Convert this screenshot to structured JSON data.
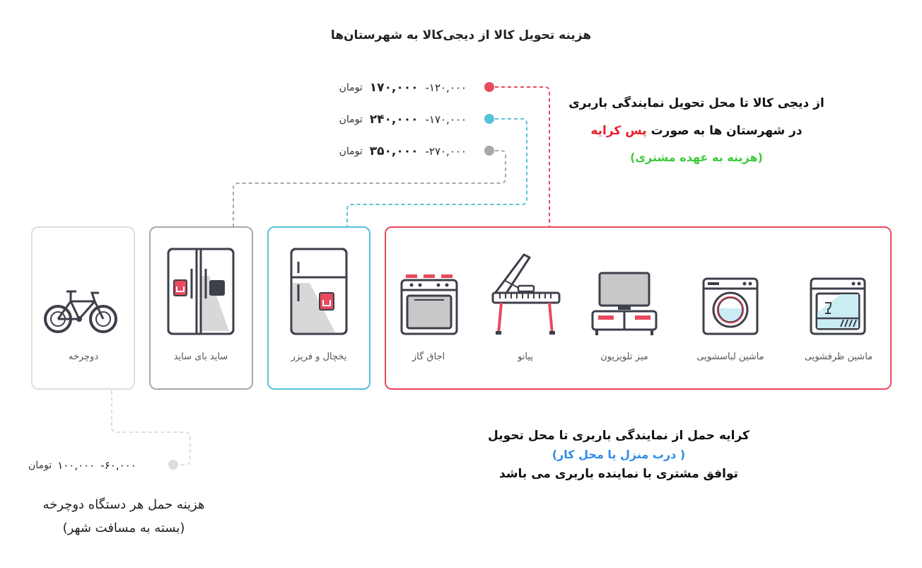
{
  "title": "هزینه تحویل کالا از دیجی‌کالا به شهرستان‌ها",
  "legend": [
    {
      "low": "-۱۲۰,۰۰۰",
      "high": "۱۷۰,۰۰۰",
      "unit": "تومان",
      "color": "#e84a5f"
    },
    {
      "low": "-۱۷۰,۰۰۰",
      "high": "۲۴۰,۰۰۰",
      "unit": "تومان",
      "color": "#55c2d8"
    },
    {
      "low": "-۲۷۰,۰۰۰",
      "high": "۳۵۰,۰۰۰",
      "unit": "تومان",
      "color": "#a8a8a8"
    }
  ],
  "info_top": {
    "line1": "از دیجی کالا تا محل تحویل نمایندگی باربری",
    "line2_prefix": "در شهرستان ها به صورت",
    "line2_highlight": "پس کرایه",
    "line3": "(هزینه به عهده مشتری)"
  },
  "categories": {
    "red": [
      "ماشین ظرفشویی",
      "ماشین لباسشویی",
      "میز تلویزیون",
      "پیانو",
      "اجاق گاز"
    ],
    "blue": "یخچال و فریزر",
    "gray": "ساید بای ساید",
    "light": "دوچرخه"
  },
  "info_bottom": {
    "line1": "کرایه حمل از نمایندگی باربری تا محل تحویل",
    "line2": "(درب منزل یا محل کار )",
    "line3": "توافق مشتری با نماینده باربری می باشد"
  },
  "bike_price": {
    "low": "-۶۰,۰۰۰",
    "high": "۱۰۰,۰۰۰",
    "unit": "تومان",
    "color": "#dddddd"
  },
  "bike_note": {
    "line1": "هزینه حمل هر دستگاه دوچرخه",
    "line2": "(بسته به مسافت شهر)"
  },
  "colors": {
    "red": "#e84a5f",
    "blue": "#55c2d8",
    "gray": "#a8a8a8",
    "light": "#dddddd",
    "highlight_red": "#e8202a",
    "green": "#3ec93e",
    "link_blue": "#2d8ce8",
    "icon_dark": "#3d3f4a"
  }
}
